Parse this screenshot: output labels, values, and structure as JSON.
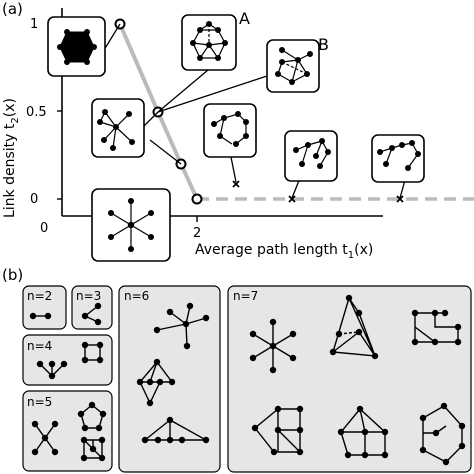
{
  "panel_a": {
    "label": "(a)",
    "y_axis_label": "Link density t",
    "y_axis_sub": "2",
    "y_axis_suffix": "(x)",
    "x_axis_label": "Average path length t",
    "x_axis_sub": "1",
    "x_axis_suffix": "(x)",
    "y_ticks": [
      "1",
      "0.5",
      "0"
    ],
    "x_ticks": [
      "0",
      "2"
    ],
    "marker_A": "A",
    "marker_B": "B"
  },
  "panel_b": {
    "label": "(b)",
    "groups": [
      {
        "label": "n=2"
      },
      {
        "label": "n=3"
      },
      {
        "label": "n=4"
      },
      {
        "label": "n=5"
      },
      {
        "label": "n=6"
      },
      {
        "label": "n=7"
      }
    ]
  }
}
